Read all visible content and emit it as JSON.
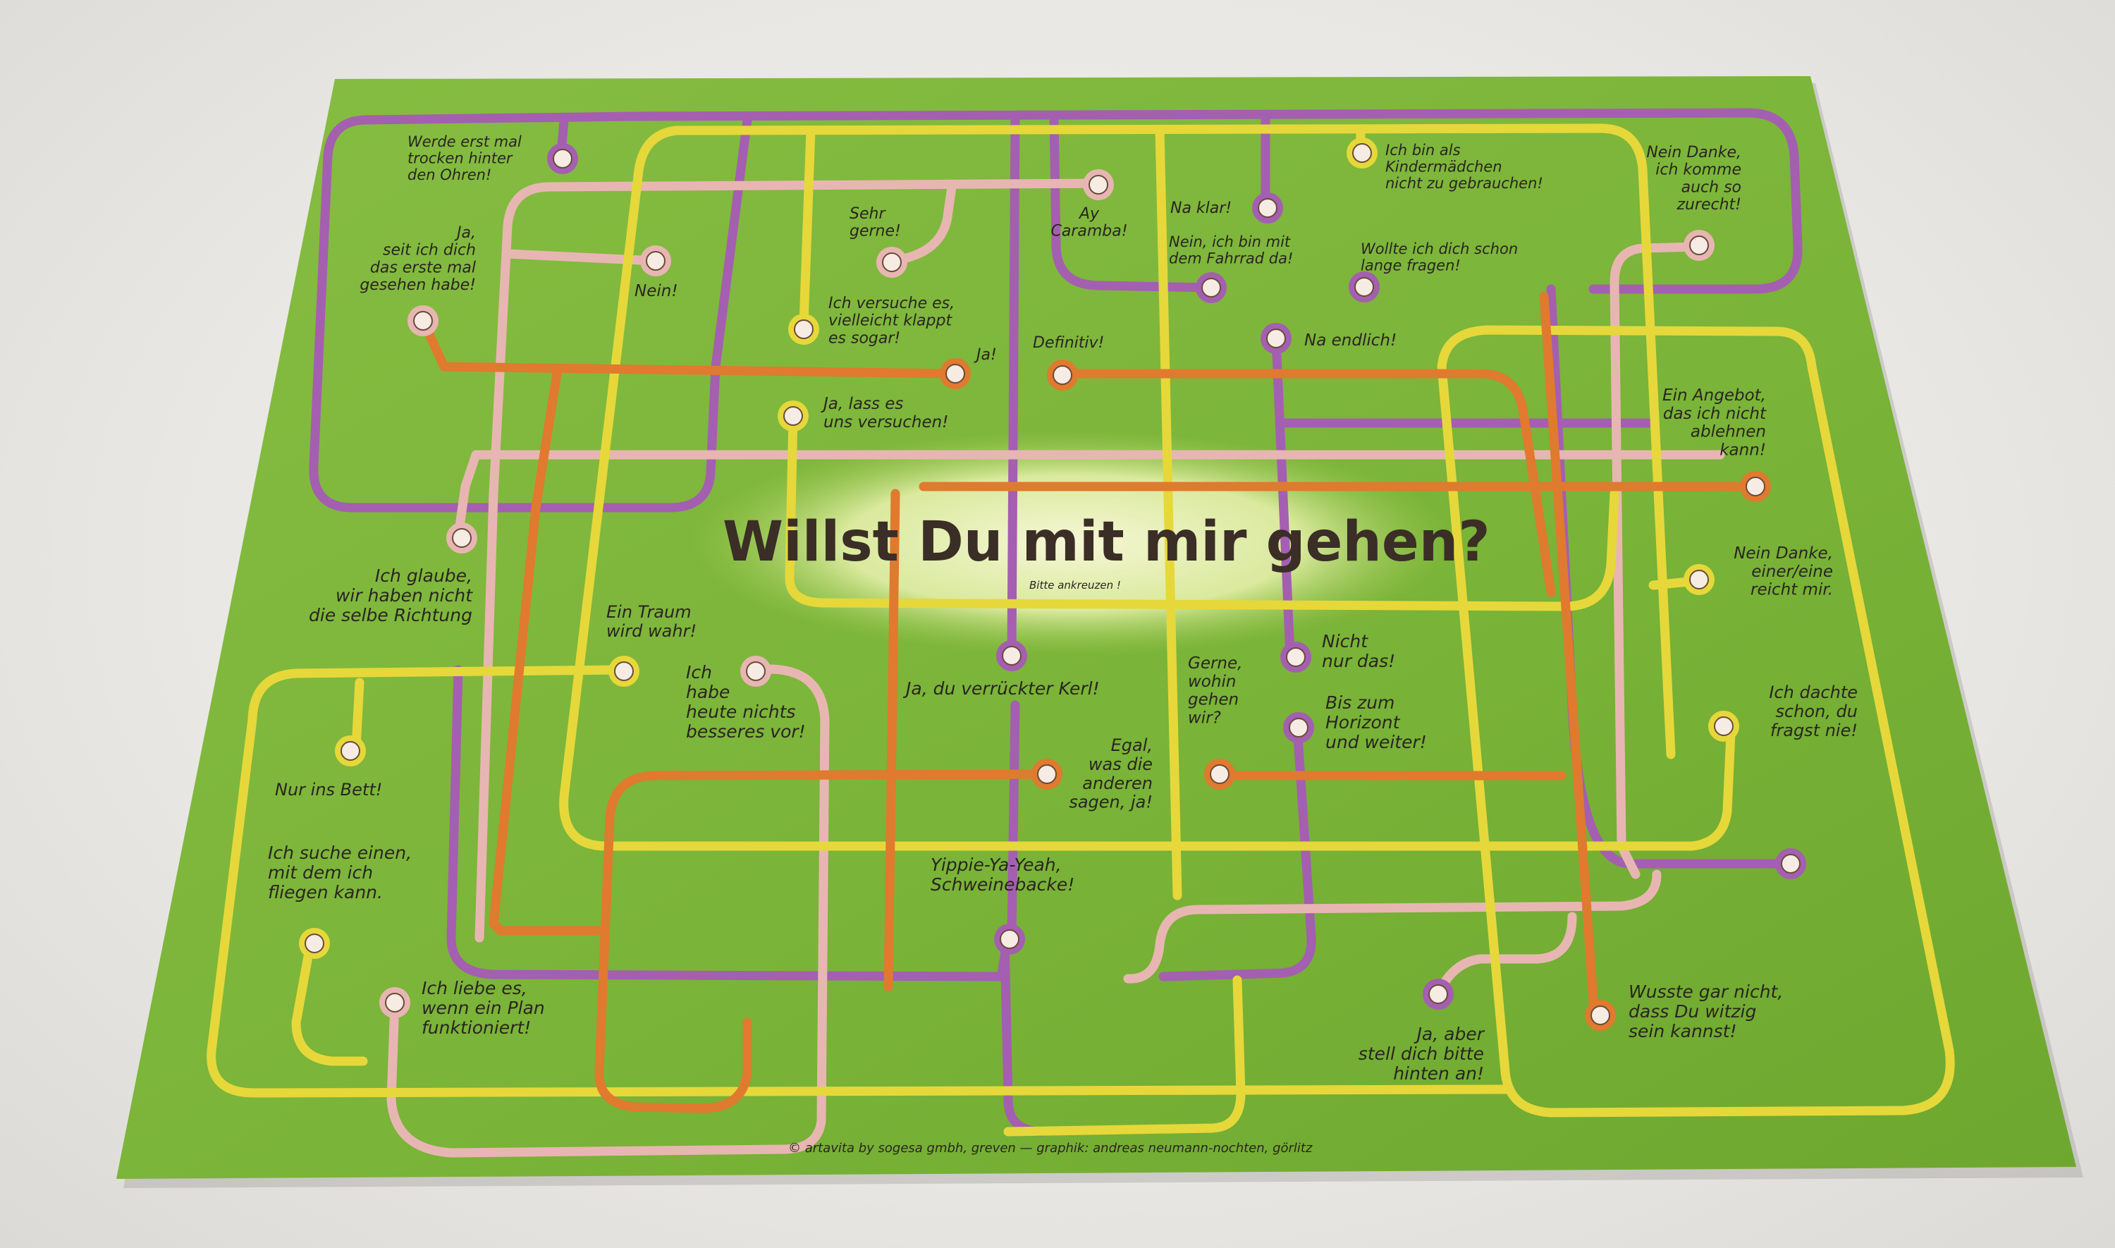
{
  "colors": {
    "paper": "#7cb63a",
    "paper_shadow": "#5f9426",
    "purple": "#a45fb0",
    "pink": "#e8b6b2",
    "yellow": "#e6d83a",
    "orange": "#e07a2e",
    "text": "#2a2420",
    "glow": "#f1f3c8"
  },
  "poster": {
    "title": "Willst Du mit mir gehen?",
    "subtitle": "Bitte ankreuzen !",
    "credit": "© artavita by sogesa gmbh, greven  —  graphik: andreas neumann-nochten, görlitz"
  },
  "stations": [
    {
      "color": "purple",
      "lines": [
        "Werde erst mal",
        "trocken hinter",
        "den Ohren!"
      ]
    },
    {
      "color": "pink",
      "lines": [
        "Ja,",
        "seit ich dich",
        "das erste mal",
        "gesehen habe!"
      ]
    },
    {
      "color": "pink",
      "lines": [
        "Nein!"
      ]
    },
    {
      "color": "pink",
      "lines": [
        "Sehr",
        "gerne!"
      ]
    },
    {
      "color": "pink",
      "lines": [
        "Ay",
        "Caramba!"
      ]
    },
    {
      "color": "purple",
      "lines": [
        "Na klar!"
      ]
    },
    {
      "color": "yellow",
      "lines": [
        "Ich bin als",
        "Kindermädchen",
        "nicht zu gebrauchen!"
      ]
    },
    {
      "color": "pink",
      "lines": [
        "Nein Danke,",
        "ich komme",
        "auch so",
        "zurecht!"
      ]
    },
    {
      "color": "purple",
      "lines": [
        "Nein, ich bin mit",
        "dem Fahrrad da!"
      ]
    },
    {
      "color": "purple",
      "lines": [
        "Wollte ich dich schon",
        "lange fragen!"
      ]
    },
    {
      "color": "yellow",
      "lines": [
        "Ich versuche es,",
        "vielleicht klappt",
        "es sogar!"
      ]
    },
    {
      "color": "orange",
      "lines": [
        "Ja!"
      ]
    },
    {
      "color": "orange",
      "lines": [
        "Definitiv!"
      ]
    },
    {
      "color": "purple",
      "lines": [
        "Na endlich!"
      ]
    },
    {
      "color": "yellow",
      "lines": [
        "Ja, lass es",
        "uns versuchen!"
      ]
    },
    {
      "color": "orange",
      "lines": [
        "Ein Angebot,",
        "das ich nicht",
        "ablehnen",
        "kann!"
      ]
    },
    {
      "color": "pink",
      "lines": [
        "Ich glaube,",
        "wir haben nicht",
        "die selbe Richtung"
      ]
    },
    {
      "color": "yellow",
      "lines": [
        "Nein Danke,",
        "einer/eine",
        "reicht mir."
      ]
    },
    {
      "color": "yellow",
      "lines": [
        "Ein Traum",
        "wird wahr!"
      ]
    },
    {
      "color": "pink",
      "lines": [
        "Ich",
        "habe",
        "heute nichts",
        "besseres vor!"
      ]
    },
    {
      "color": "purple",
      "lines": [
        "Ja, du verrückter Kerl!"
      ]
    },
    {
      "color": "purple",
      "lines": [
        "Nicht",
        "nur das!"
      ]
    },
    {
      "color": "orange",
      "lines": [
        "Gerne,",
        "wohin",
        "gehen",
        "wir?"
      ]
    },
    {
      "color": "purple",
      "lines": [
        "Bis zum",
        "Horizont",
        "und weiter!"
      ]
    },
    {
      "color": "yellow",
      "lines": [
        "Ich dachte",
        "schon, du",
        "fragst nie!"
      ]
    },
    {
      "color": "yellow",
      "lines": [
        "Nur ins Bett!"
      ]
    },
    {
      "color": "orange",
      "lines": [
        "Egal,",
        "was die",
        "anderen",
        "sagen, ja!"
      ]
    },
    {
      "color": "yellow",
      "lines": [
        "Ich suche einen,",
        "mit dem ich",
        "fliegen kann."
      ]
    },
    {
      "color": "purple",
      "lines": [
        "Yippie-Ya-Yeah,",
        "Schweinebacke!"
      ]
    },
    {
      "color": "pink",
      "lines": [
        "Ich liebe es,",
        "wenn ein Plan",
        "funktioniert!"
      ]
    },
    {
      "color": "purple",
      "lines": [
        "Ja, aber",
        "stell dich bitte",
        "hinten an!"
      ]
    },
    {
      "color": "orange",
      "lines": [
        "Wusste gar nicht,",
        "dass Du witzig",
        "sein kannst!"
      ]
    },
    {
      "color": "purple",
      "lines": []
    }
  ]
}
